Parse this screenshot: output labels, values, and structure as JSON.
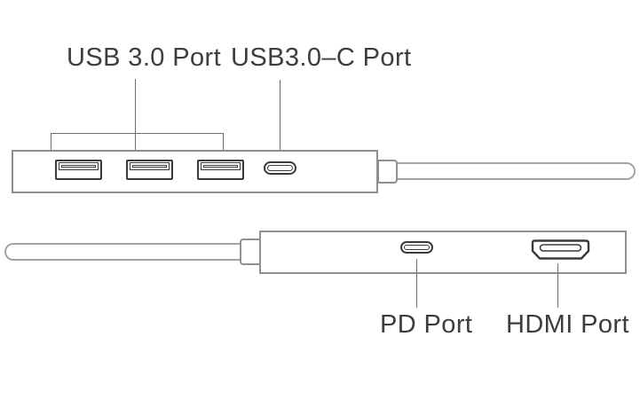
{
  "diagram": {
    "description": "USB-C hub line diagram showing front view with three USB 3.0 ports and one USB-C port, and rear view with PD and HDMI ports",
    "labels": {
      "usb3_ports": "USB 3.0 Port",
      "usb3_c_port": "USB3.0–C Port",
      "pd_port": "PD Port",
      "hdmi_port": "HDMI Port"
    },
    "front_view": {
      "usb_a_port_count": 3,
      "usb_c_port_count": 1
    },
    "rear_view": {
      "pd_port_count": 1,
      "hdmi_port_count": 1
    },
    "colors": {
      "background": "#ffffff",
      "body_outline": "#8f8f8f",
      "cable_outline": "#a3a3a3",
      "port_outline": "#3a3a3a",
      "leader_line": "#6e6e6e",
      "text": "#3d3d3d"
    }
  }
}
